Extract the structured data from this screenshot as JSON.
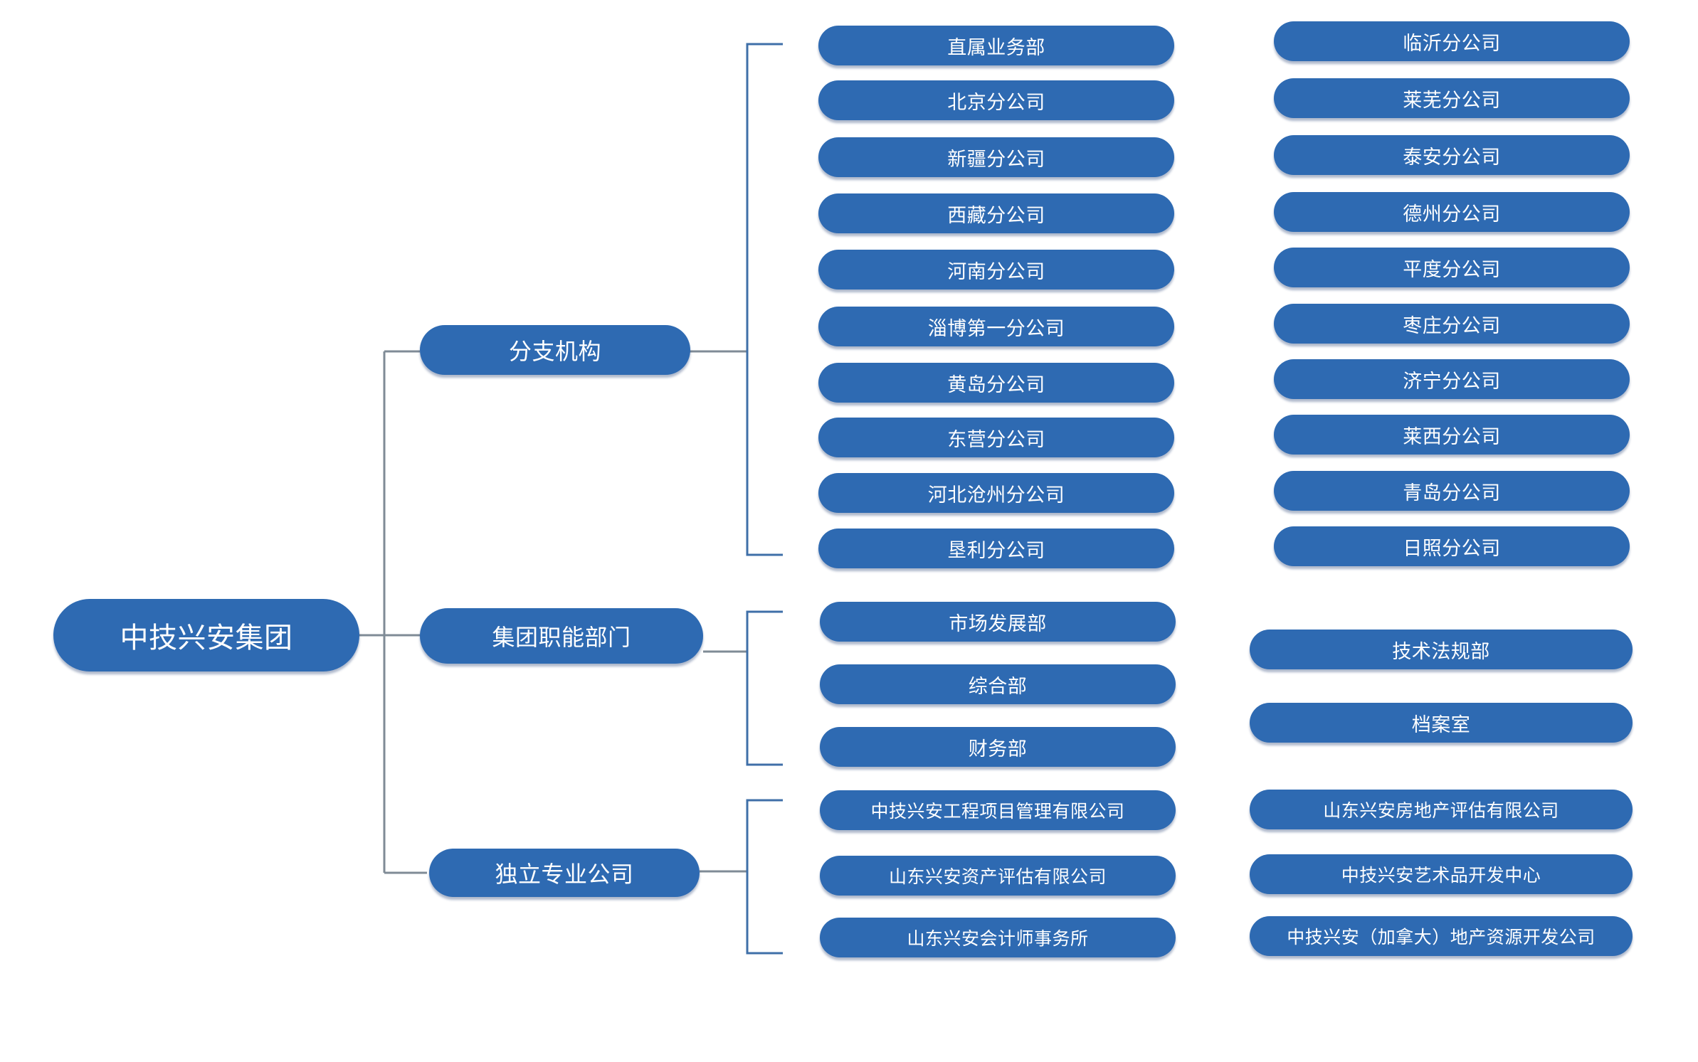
{
  "colors": {
    "node_fill": "#2e6ab2",
    "node_text": "#ffffff",
    "connector": "#7f8b96",
    "bracket": "#3f6fa8"
  },
  "root": {
    "label": "中技兴安集团"
  },
  "categories": [
    {
      "label": "分支机构"
    },
    {
      "label": "集团职能部门"
    },
    {
      "label": "独立专业公司"
    }
  ],
  "branches": {
    "col1": [
      "直属业务部",
      "北京分公司",
      "新疆分公司",
      "西藏分公司",
      "河南分公司",
      "淄博第一分公司",
      "黄岛分公司",
      "东营分公司",
      "河北沧州分公司",
      "垦利分公司"
    ],
    "col2": [
      "临沂分公司",
      "莱芜分公司",
      "泰安分公司",
      "德州分公司",
      "平度分公司",
      "枣庄分公司",
      "济宁分公司",
      "莱西分公司",
      "青岛分公司",
      "日照分公司"
    ]
  },
  "departments": {
    "col1": [
      "市场发展部",
      "综合部",
      "财务部"
    ],
    "col2": [
      "技术法规部",
      "档案室"
    ]
  },
  "companies": {
    "col1": [
      "中技兴安工程项目管理有限公司",
      "山东兴安资产评估有限公司",
      "山东兴安会计师事务所"
    ],
    "col2": [
      "山东兴安房地产评估有限公司",
      "中技兴安艺术品开发中心",
      "中技兴安（加拿大）地产资源开发公司"
    ]
  }
}
